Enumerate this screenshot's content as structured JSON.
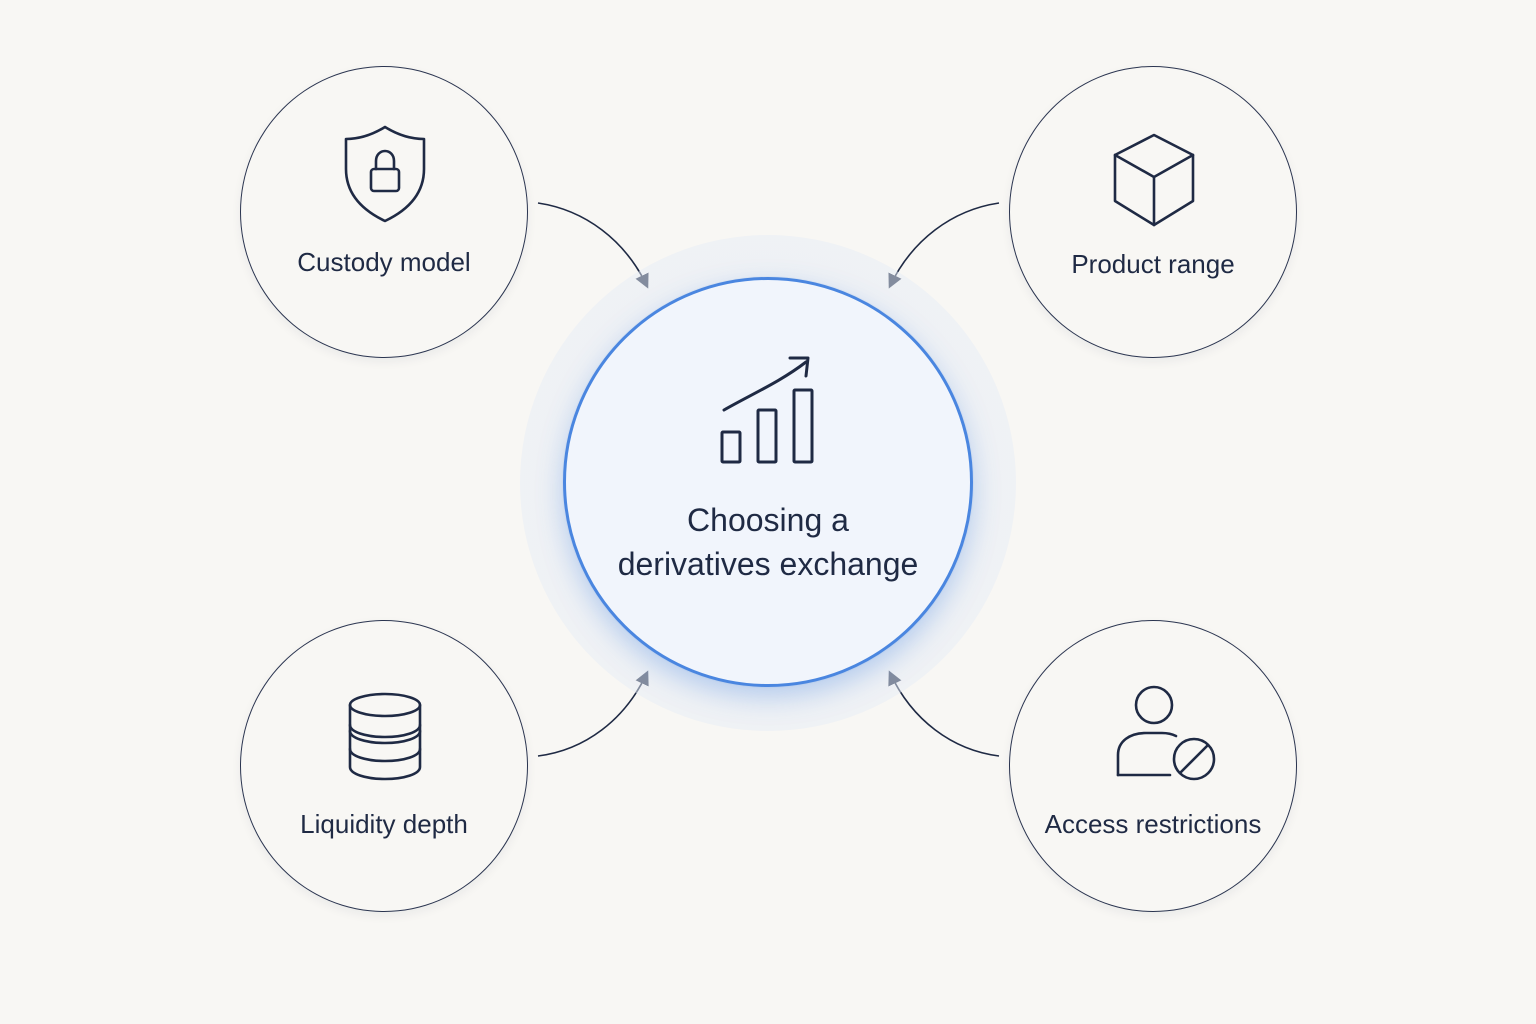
{
  "center": {
    "title_line1": "Choosing a",
    "title_line2": "derivatives exchange",
    "icon": "bar-chart-trend-icon"
  },
  "factors": [
    {
      "label": "Custody model",
      "icon": "shield-lock-icon"
    },
    {
      "label": "Product range",
      "icon": "cube-icon"
    },
    {
      "label": "Liquidity depth",
      "icon": "database-stack-icon"
    },
    {
      "label": "Access restrictions",
      "icon": "user-blocked-icon"
    }
  ],
  "colors": {
    "background": "#f8f7f4",
    "accent": "#4a86e0",
    "stroke": "#2b3550",
    "text": "#1f2a44"
  }
}
